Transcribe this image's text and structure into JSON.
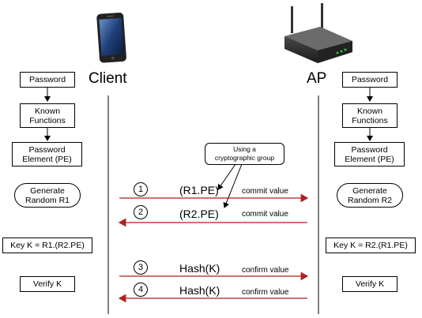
{
  "parties": {
    "client": "Client",
    "ap": "AP"
  },
  "client_column": [
    {
      "text": "Password"
    },
    {
      "text": "Known\nFunctions"
    },
    {
      "text": "Password\nElement (PE)"
    },
    {
      "text": "Generate\nRandom R1"
    },
    {
      "text": "Key K = R1.(R2.PE)"
    },
    {
      "text": "Verify K"
    }
  ],
  "ap_column": [
    {
      "text": "Password"
    },
    {
      "text": "Known\nFunctions"
    },
    {
      "text": "Password\nElement (PE)"
    },
    {
      "text": "Generate\nRandom R2"
    },
    {
      "text": "Key K = R2.(R1.PE)"
    },
    {
      "text": "Verify K"
    }
  ],
  "callout": "Using a\ncryptographic group",
  "messages": [
    {
      "step": "1",
      "payload": "(R1.PE)",
      "label": "commit value",
      "direction": "client-to-ap"
    },
    {
      "step": "2",
      "payload": "(R2.PE)",
      "label": "commit value",
      "direction": "ap-to-client"
    },
    {
      "step": "3",
      "payload": "Hash(K)",
      "label": "confirm value",
      "direction": "client-to-ap"
    },
    {
      "step": "4",
      "payload": "Hash(K)",
      "label": "confirm value",
      "direction": "ap-to-client"
    }
  ],
  "colors": {
    "arrow": "#b01f1f",
    "line": "#000000"
  },
  "icons": {
    "client": "smartphone-icon",
    "ap": "wireless-router-icon"
  }
}
